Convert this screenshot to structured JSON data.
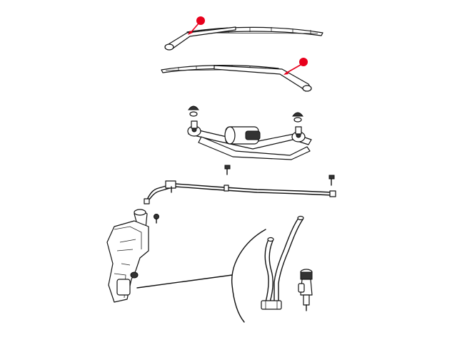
{
  "diagram": {
    "background": "#ffffff",
    "line_color": "#111111",
    "marker_color": "#e8001c",
    "parts": [
      {
        "name": "left-wiper-arm",
        "marked": true
      },
      {
        "name": "right-wiper-arm",
        "marked": true
      },
      {
        "name": "wiper-linkage-motor",
        "marked": false
      },
      {
        "name": "washer-hose",
        "marked": false
      },
      {
        "name": "washer-reservoir",
        "marked": false
      },
      {
        "name": "washer-pump-detail",
        "marked": false
      }
    ]
  }
}
